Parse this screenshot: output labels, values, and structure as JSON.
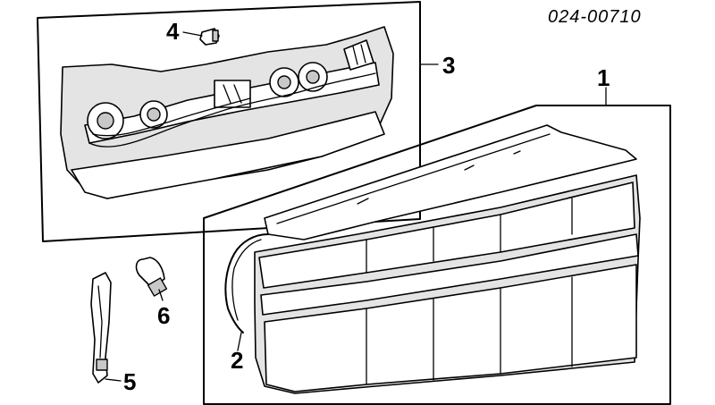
{
  "diagram": {
    "code": "024-00710",
    "callouts": [
      {
        "id": "part-1",
        "label": "1"
      },
      {
        "id": "part-2",
        "label": "2"
      },
      {
        "id": "part-3",
        "label": "3"
      },
      {
        "id": "part-4",
        "label": "4"
      },
      {
        "id": "part-5",
        "label": "5"
      },
      {
        "id": "part-6",
        "label": "6"
      }
    ]
  }
}
